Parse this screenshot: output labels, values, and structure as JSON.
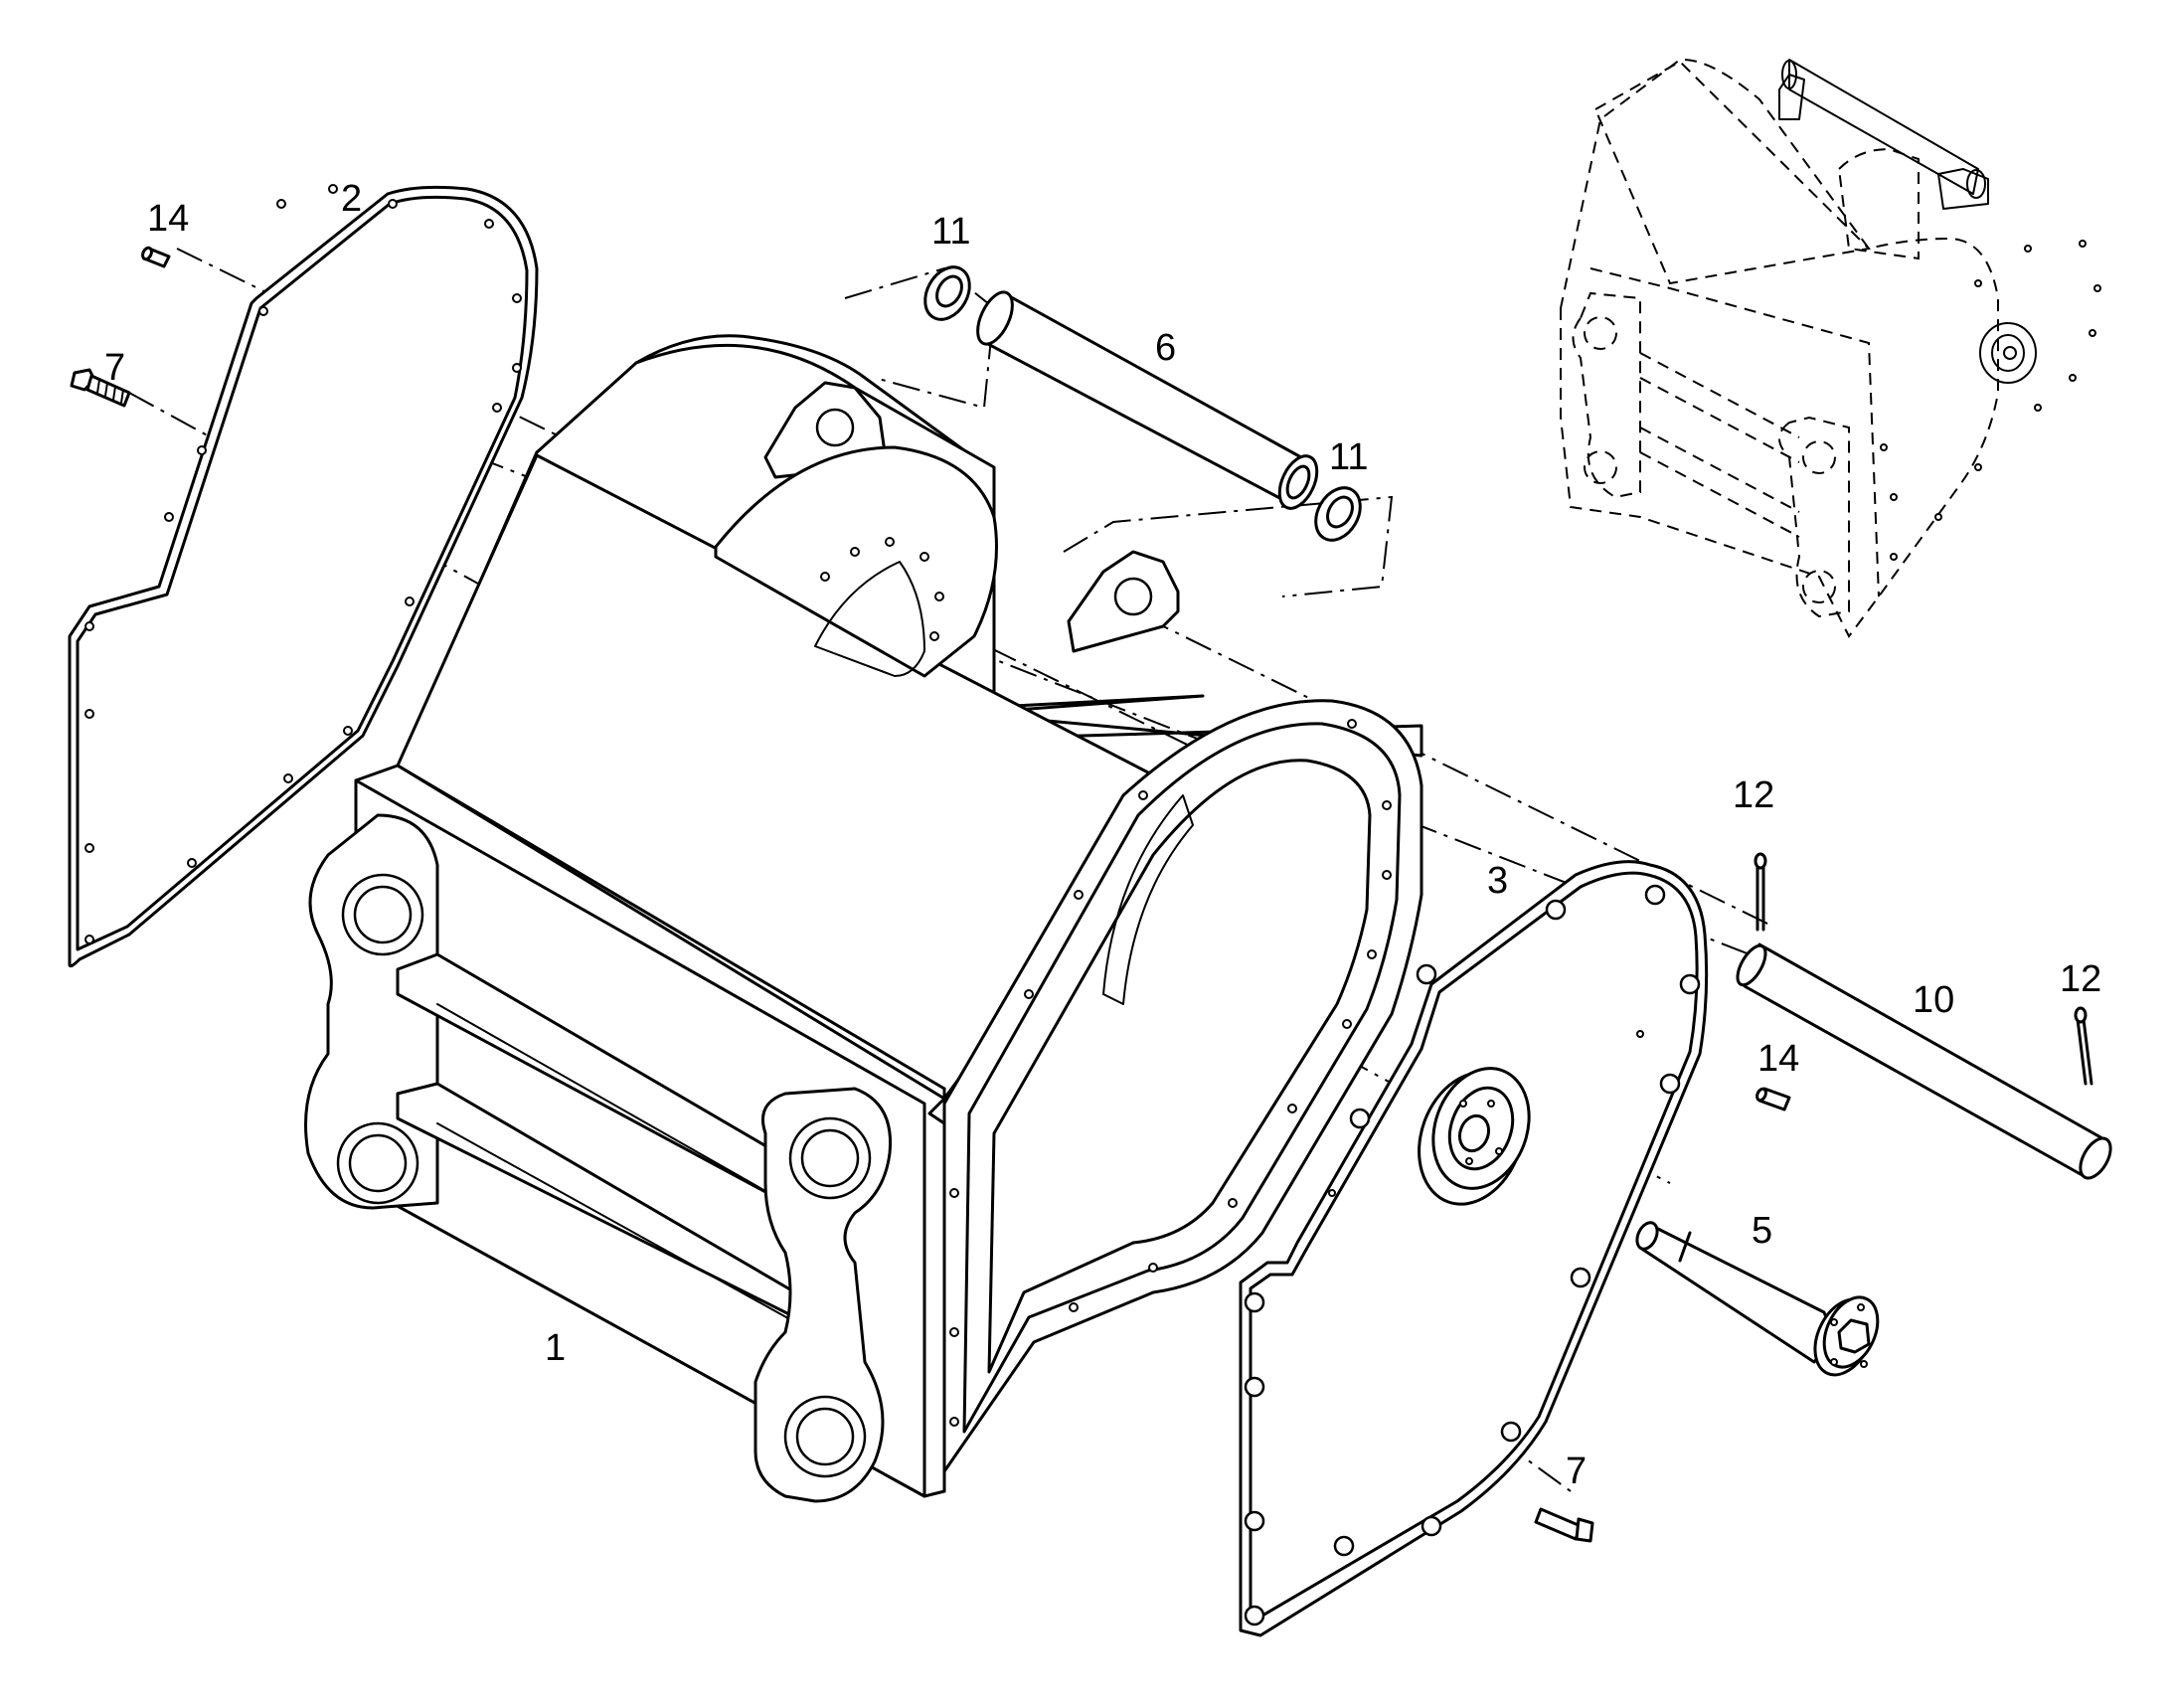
{
  "callouts": {
    "c1": "1",
    "c2": "2",
    "c3": "3",
    "c5": "5",
    "c6": "6",
    "c7a": "7",
    "c7b": "7",
    "c10": "10",
    "c11a": "11",
    "c11b": "11",
    "c12a": "12",
    "c12b": "12",
    "c14a": "14",
    "c14b": "14"
  },
  "colors": {
    "line": "#000000",
    "background": "#ffffff"
  }
}
